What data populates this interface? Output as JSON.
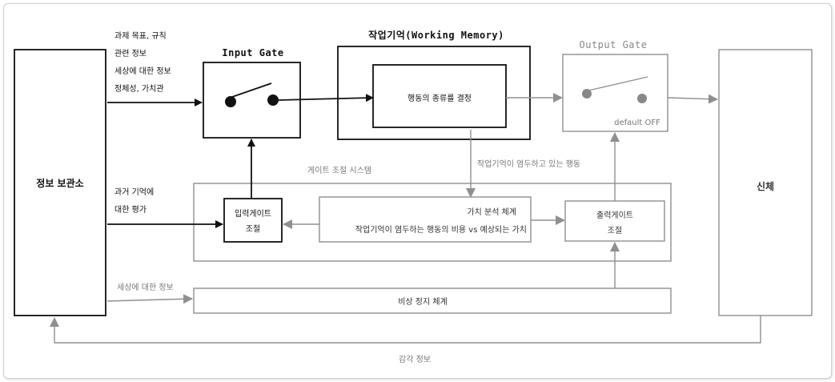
{
  "memory_store": {
    "label": "정보 보관소"
  },
  "body_box": {
    "label": "신체"
  },
  "input_info": {
    "lines": [
      "과제 목표, 규칙",
      "관련 정보",
      "세상에 대한 정보",
      "정체성, 가치관"
    ]
  },
  "input_gate": {
    "title": "Input Gate"
  },
  "working_memory": {
    "title": "작업기억(Working Memory)",
    "inner_label": "행동의 종류를 결정"
  },
  "output_gate": {
    "title": "Output Gate",
    "default_label": "default OFF"
  },
  "wm_action_label": "작업기억이 염두하고 있는 행동",
  "gate_control_system": {
    "title": "게이트 조절 시스템",
    "input_gate_control": [
      "입력게이트",
      "조절"
    ],
    "value_system": {
      "title": "가치 분석 체계",
      "description": "작업기억이 염두하는 행동의 비용 vs 예상되는 가치"
    },
    "output_gate_control": [
      "출력게이트",
      "조절"
    ]
  },
  "past_memory_eval": {
    "lines": [
      "과거 기억에",
      "대한 평가"
    ]
  },
  "world_info_label": "세상에 대한 정보",
  "emergency_stop": {
    "label": "비상 정지 체계"
  },
  "sensory_info": {
    "label": "감각 정보"
  }
}
